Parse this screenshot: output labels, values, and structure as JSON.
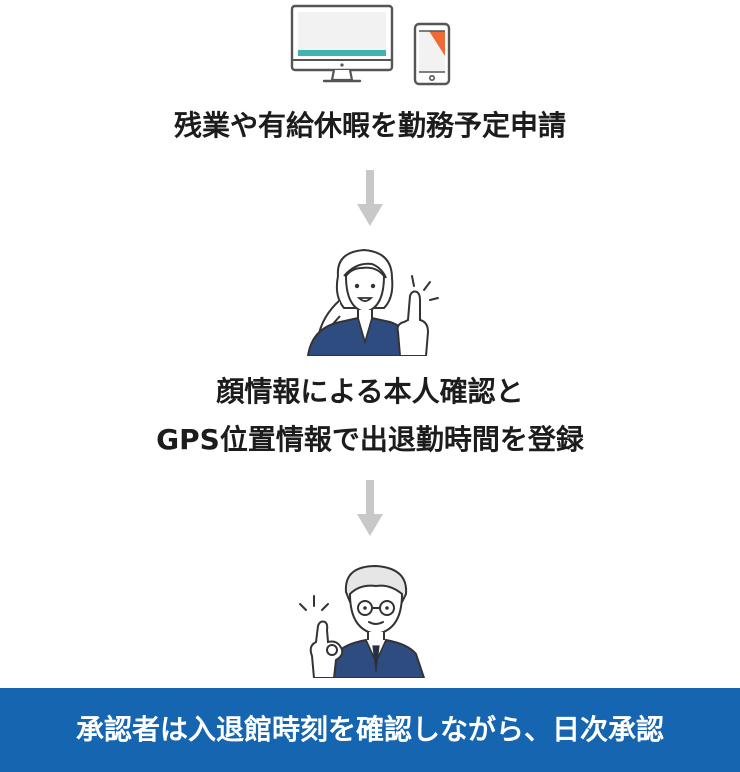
{
  "steps": [
    {
      "id": "apply",
      "text": "残業や有給休暇を勤務予定申請"
    },
    {
      "id": "checkin",
      "lines": [
        "顔情報による本人確認と",
        "GPS位置情報で出退勤時間を登録"
      ]
    }
  ],
  "banner": {
    "text": "承認者は入退館時刻を確認しながら、日次承認"
  },
  "colors": {
    "accent_blue": "#1565b0",
    "navy_suit": "#2f4c80",
    "arrow_gray": "#c8c8c8",
    "teal_bar": "#3fb3ad",
    "orange_wedge": "#f06a35"
  },
  "icons": [
    "monitor-icon",
    "smartphone-icon",
    "woman-pointing-icon",
    "man-ok-gesture-icon",
    "down-arrow-icon"
  ]
}
